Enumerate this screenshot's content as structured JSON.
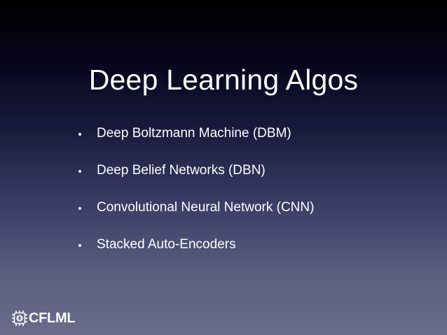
{
  "slide": {
    "title": "Deep Learning Algos",
    "bullets": [
      "Deep Boltzmann Machine (DBM)",
      "Deep Belief Networks (DBN)",
      "Convolutional Neural Network (CNN)",
      "Stacked Auto-Encoders"
    ],
    "logo": {
      "text": "CFLML",
      "icon": "chip-icon"
    }
  },
  "colors": {
    "text": "#ffffff",
    "background_top": "#000000",
    "background_bottom": "#6a6c8a"
  }
}
